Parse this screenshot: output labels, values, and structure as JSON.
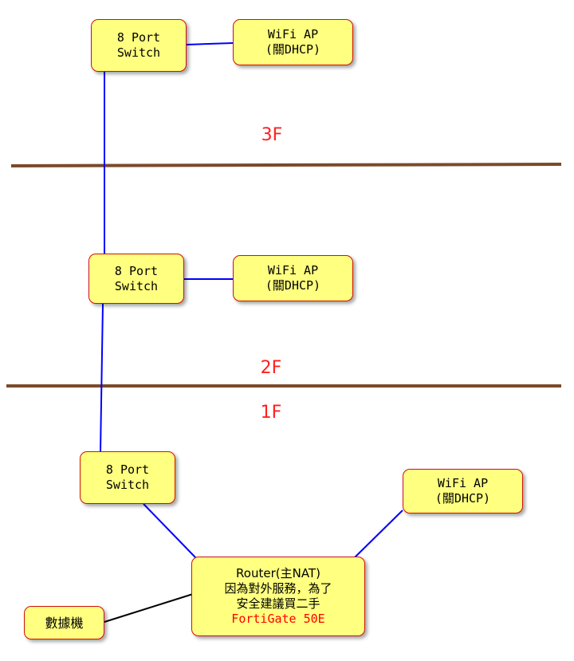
{
  "floors": {
    "f3": "3F",
    "f2": "2F",
    "f1": "1F"
  },
  "switch_3f": {
    "line1": "8 Port",
    "line2": "Switch"
  },
  "wifi_3f": {
    "line1": "WiFi AP",
    "line2": "(關DHCP)"
  },
  "switch_2f": {
    "line1": "8 Port",
    "line2": "Switch"
  },
  "wifi_2f": {
    "line1": "WiFi AP",
    "line2": "(關DHCP)"
  },
  "switch_1f": {
    "line1": "8 Port",
    "line2": "Switch"
  },
  "wifi_1f": {
    "line1": "WiFi AP",
    "line2": "(關DHCP)"
  },
  "router": {
    "line1": "Router(主NAT)",
    "line2": "因為對外服務，為了",
    "line3": "安全建議買二手",
    "line4": "FortiGate 50E"
  },
  "modem": {
    "label": "數據機"
  },
  "colors": {
    "box_fill": "#ffff80",
    "box_border": "#d01010",
    "lan_link": "#0000ff",
    "wan_link": "#000000",
    "floor_divider": "#7a4a2a",
    "floor_label": "#ff2020",
    "highlight_text": "#ff0000"
  }
}
